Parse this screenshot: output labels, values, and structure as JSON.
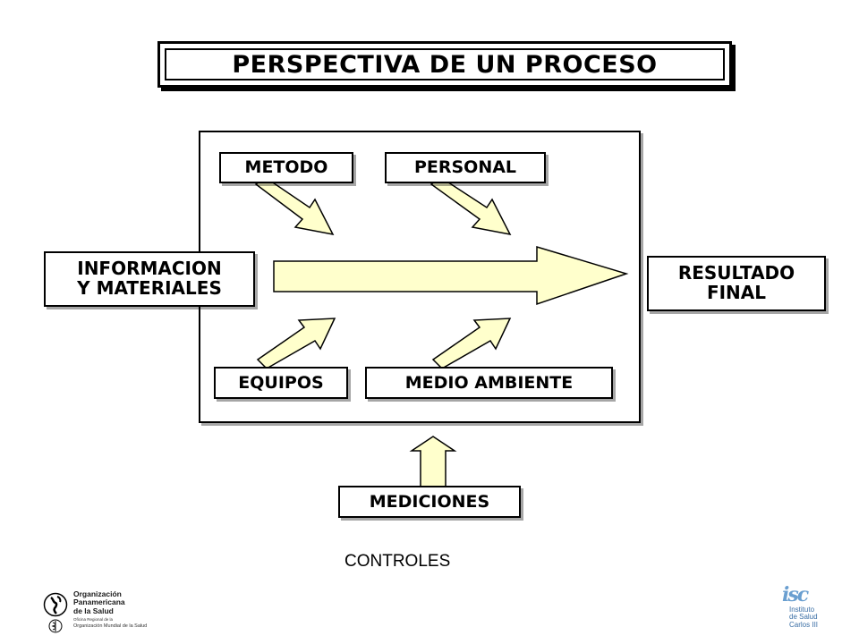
{
  "title": "PERSPECTIVA DE UN PROCESO",
  "boxes": {
    "metodo": "METODO",
    "personal": "PERSONAL",
    "informacion": "INFORMACION\nY MATERIALES",
    "resultado": "RESULTADO\nFINAL",
    "equipos": "EQUIPOS",
    "medio": "MEDIO AMBIENTE",
    "mediciones": "MEDICIONES"
  },
  "caption": "CONTROLES",
  "logo_left": {
    "org": "Organización\nPanamericana\nde la Salud",
    "regional": "Oficina Regional de la",
    "who": "Organización Mundial de la Salud"
  },
  "logo_right": {
    "mark": "isc",
    "name": "Instituto\nde Salud\nCarlos III"
  },
  "colors": {
    "arrow_fill": "#ffffcc",
    "arrow_stroke": "#000000",
    "border": "#000000",
    "logo_blue": "#3a6ea5"
  }
}
